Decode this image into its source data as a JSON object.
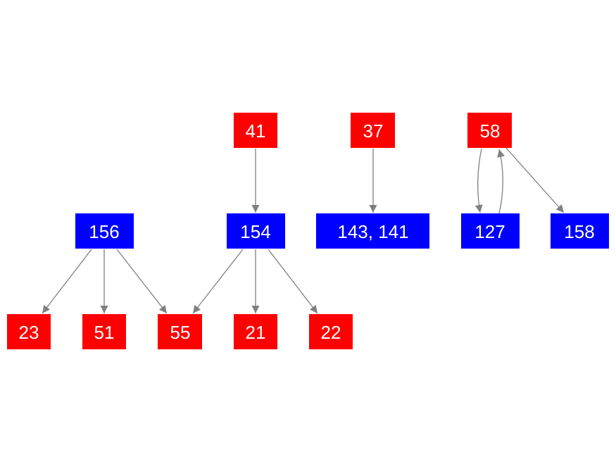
{
  "colors": {
    "red": "#ff0000",
    "blue": "#0000ff",
    "edge": "#808080",
    "label": "#ffffff",
    "background": "#ffffff"
  },
  "nodes": {
    "n41": {
      "label": "41",
      "color": "red"
    },
    "n37": {
      "label": "37",
      "color": "red"
    },
    "n58": {
      "label": "58",
      "color": "red"
    },
    "n156": {
      "label": "156",
      "color": "blue"
    },
    "n154": {
      "label": "154",
      "color": "blue"
    },
    "n143": {
      "label": "143, 141",
      "color": "blue"
    },
    "n127": {
      "label": "127",
      "color": "blue"
    },
    "n158": {
      "label": "158",
      "color": "blue"
    },
    "n23": {
      "label": "23",
      "color": "red"
    },
    "n51": {
      "label": "51",
      "color": "red"
    },
    "n55": {
      "label": "55",
      "color": "red"
    },
    "n21": {
      "label": "21",
      "color": "red"
    },
    "n22": {
      "label": "22",
      "color": "red"
    }
  },
  "edges": [
    {
      "from": "41",
      "to": "154"
    },
    {
      "from": "37",
      "to": "143, 141"
    },
    {
      "from": "58",
      "to": "127"
    },
    {
      "from": "127",
      "to": "58"
    },
    {
      "from": "58",
      "to": "158"
    },
    {
      "from": "156",
      "to": "23"
    },
    {
      "from": "156",
      "to": "51"
    },
    {
      "from": "156",
      "to": "55"
    },
    {
      "from": "154",
      "to": "55"
    },
    {
      "from": "154",
      "to": "21"
    },
    {
      "from": "154",
      "to": "22"
    }
  ]
}
